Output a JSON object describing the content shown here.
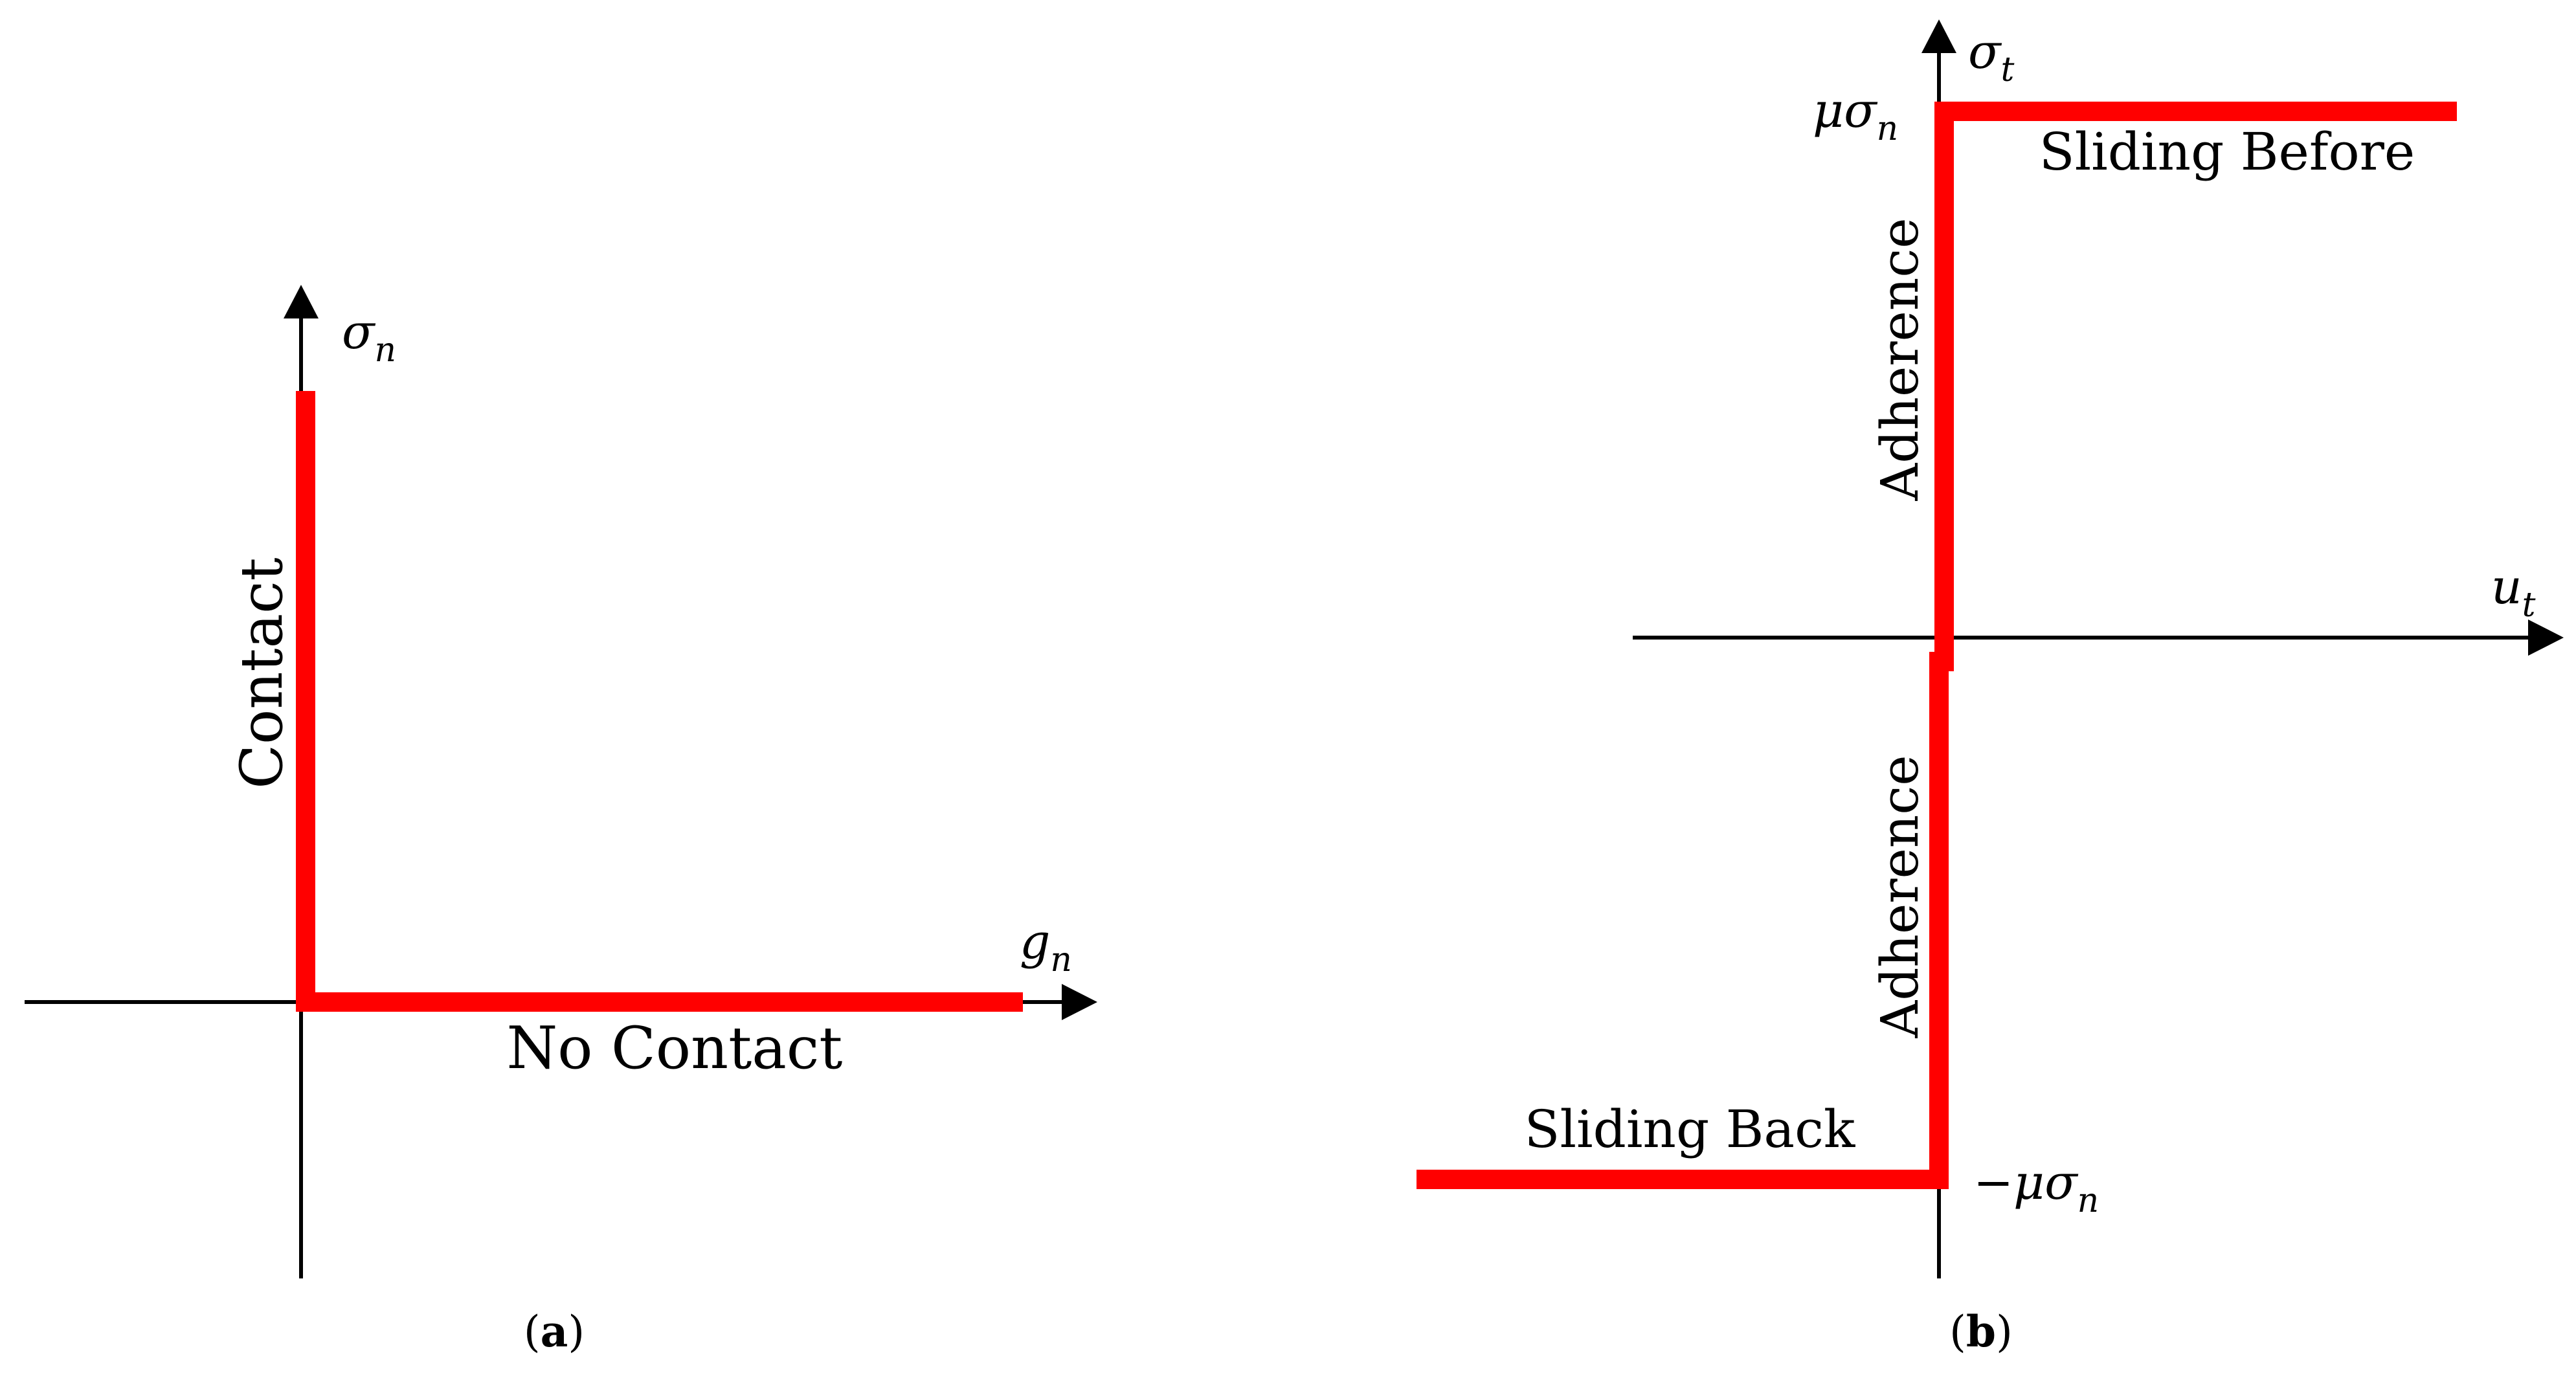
{
  "panel_a": {
    "y_axis": {
      "symbol": "σ",
      "subscript": "n"
    },
    "x_axis": {
      "symbol": "g",
      "subscript": "n"
    },
    "vertical_label": "Contact",
    "horizontal_label": "No Contact",
    "caption": {
      "open": "(",
      "letter": "a",
      "close": ")"
    }
  },
  "panel_b": {
    "y_axis": {
      "symbol": "σ",
      "subscript": "t"
    },
    "x_axis": {
      "symbol": "u",
      "subscript": "t"
    },
    "top_level": {
      "symbol": "μσ",
      "subscript": "n"
    },
    "bottom_level": {
      "symbol": "−μσ",
      "subscript": "n"
    },
    "upper_vertical_label": "Adherence",
    "lower_vertical_label": "Adherence",
    "top_label": "Sliding Before",
    "bottom_label": "Sliding Back",
    "caption": {
      "open": "(",
      "letter": "b",
      "close": ")"
    }
  },
  "colors": {
    "curve": "#ff0000",
    "axes": "#000000"
  }
}
